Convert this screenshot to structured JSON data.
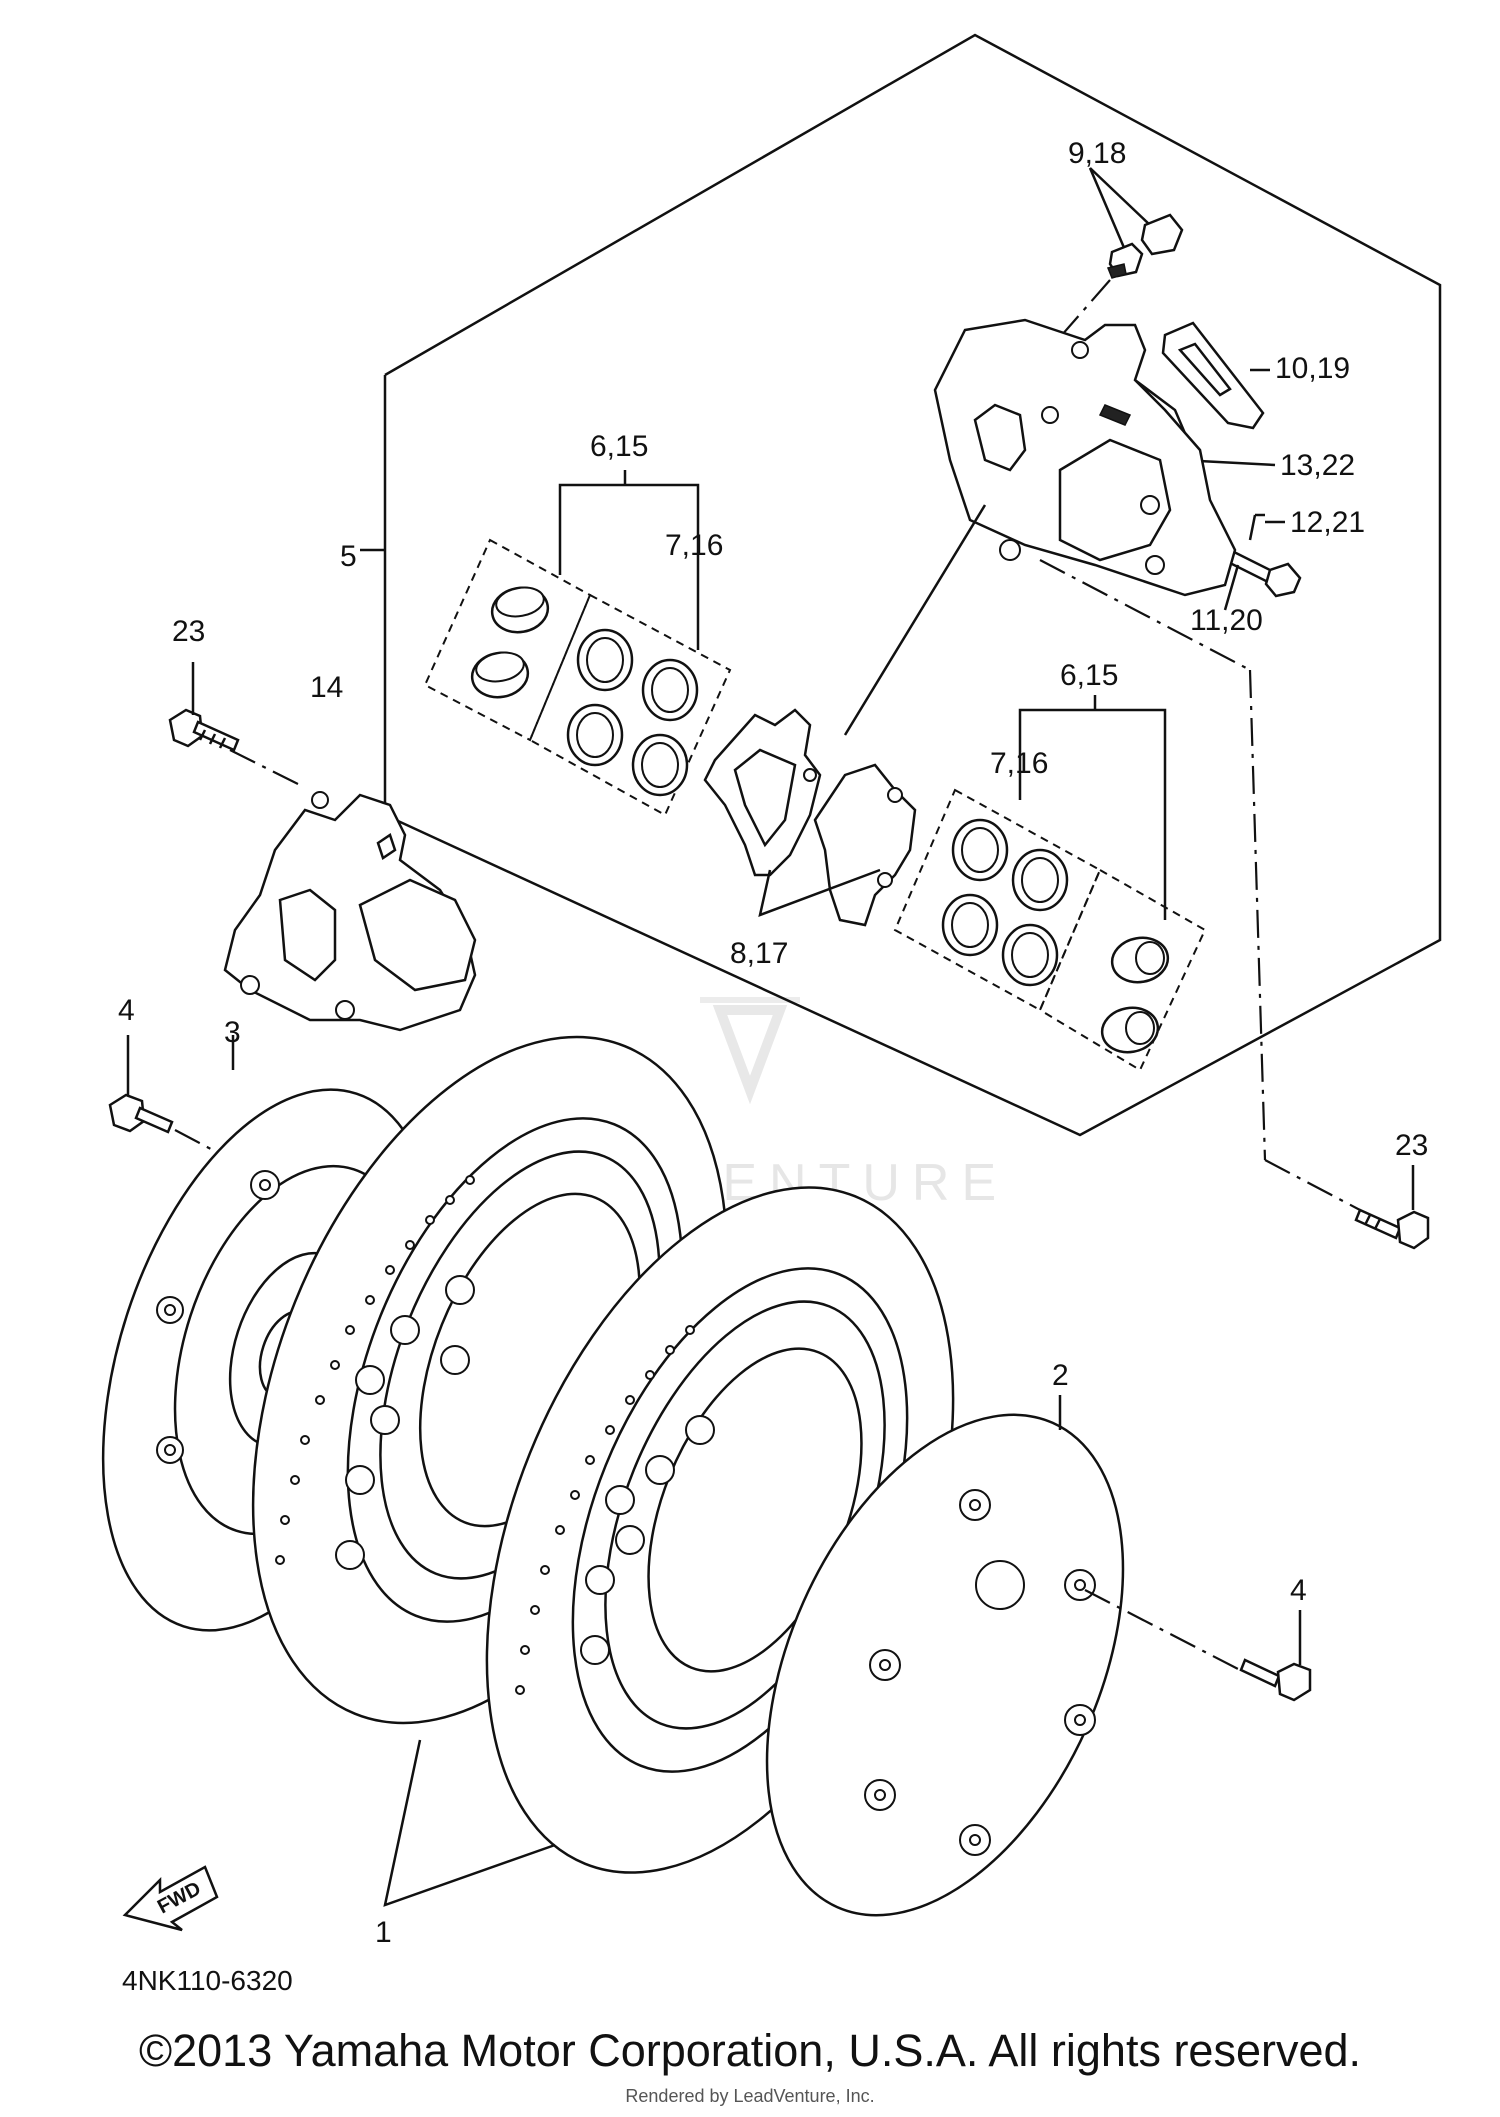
{
  "diagram_code": "4NK110-6320",
  "copyright": "©2013 Yamaha Motor Corporation, U.S.A. All rights reserved.",
  "rendered_by": "Rendered by LeadVenture, Inc.",
  "watermark": "LEADVENTURE",
  "fwd_label": "FWD",
  "callouts": {
    "c1": "1",
    "c2": "2",
    "c3": "3",
    "c4a": "4",
    "c4b": "4",
    "c5": "5",
    "c6_15a": "6,15",
    "c6_15b": "6,15",
    "c7_16a": "7,16",
    "c7_16b": "7,16",
    "c8_17": "8,17",
    "c9_18": "9,18",
    "c10_19": "10,19",
    "c11_20": "11,20",
    "c12_21": "12,21",
    "c13_22": "13,22",
    "c14": "14",
    "c23a": "23",
    "c23b": "23"
  }
}
